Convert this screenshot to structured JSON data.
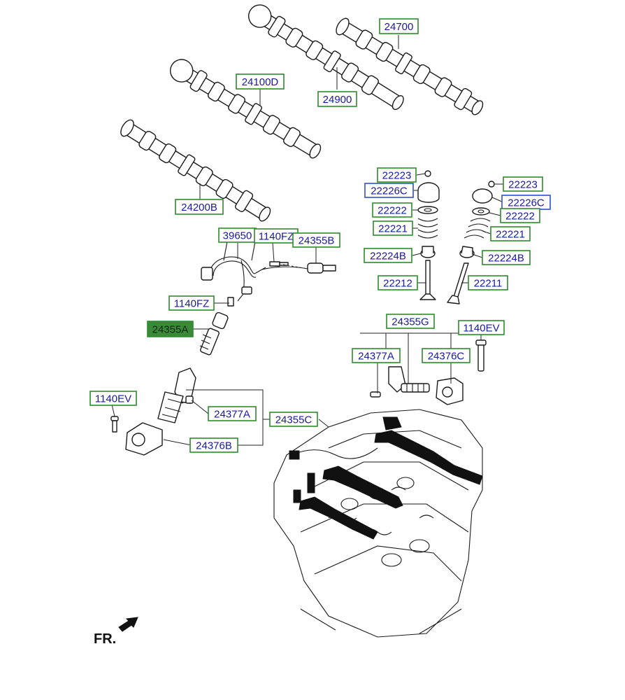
{
  "colors": {
    "label_border": "#2e8b2e",
    "label_text": "#1a1aa0",
    "highlight_fill": "#3a8a3a",
    "highlight_text": "#0a2a0a",
    "alt_border": "#3050c8"
  },
  "labels": [
    {
      "id": "24700",
      "text": "24700",
      "style": "normal"
    },
    {
      "id": "24900",
      "text": "24900",
      "style": "normal"
    },
    {
      "id": "24100D",
      "text": "24100D",
      "style": "normal"
    },
    {
      "id": "24200B",
      "text": "24200B",
      "style": "normal"
    },
    {
      "id": "22223-l",
      "text": "22223",
      "style": "normal"
    },
    {
      "id": "22226C-l",
      "text": "22226C",
      "style": "alt"
    },
    {
      "id": "22222-l",
      "text": "22222",
      "style": "normal"
    },
    {
      "id": "22221-l",
      "text": "22221",
      "style": "normal"
    },
    {
      "id": "22224B-l",
      "text": "22224B",
      "style": "normal"
    },
    {
      "id": "22212",
      "text": "22212",
      "style": "normal"
    },
    {
      "id": "22223-r",
      "text": "22223",
      "style": "normal"
    },
    {
      "id": "22226C-r",
      "text": "22226C",
      "style": "alt"
    },
    {
      "id": "22222-r",
      "text": "22222",
      "style": "normal"
    },
    {
      "id": "22221-r",
      "text": "22221",
      "style": "normal"
    },
    {
      "id": "22224B-r",
      "text": "22224B",
      "style": "normal"
    },
    {
      "id": "22211",
      "text": "22211",
      "style": "normal"
    },
    {
      "id": "39650",
      "text": "39650",
      "style": "normal"
    },
    {
      "id": "1140FZ-a",
      "text": "1140FZ",
      "style": "normal"
    },
    {
      "id": "24355B",
      "text": "24355B",
      "style": "normal"
    },
    {
      "id": "1140FZ-b",
      "text": "1140FZ",
      "style": "normal"
    },
    {
      "id": "24355A",
      "text": "24355A",
      "style": "highlight"
    },
    {
      "id": "24355G",
      "text": "24355G",
      "style": "normal"
    },
    {
      "id": "1140EV-r",
      "text": "1140EV",
      "style": "normal"
    },
    {
      "id": "24377A-r",
      "text": "24377A",
      "style": "normal"
    },
    {
      "id": "24376C",
      "text": "24376C",
      "style": "normal"
    },
    {
      "id": "1140EV-l",
      "text": "1140EV",
      "style": "normal"
    },
    {
      "id": "24377A-l",
      "text": "24377A",
      "style": "normal"
    },
    {
      "id": "24355C",
      "text": "24355C",
      "style": "normal"
    },
    {
      "id": "24376B",
      "text": "24376B",
      "style": "normal"
    }
  ],
  "direction_label": "FR."
}
